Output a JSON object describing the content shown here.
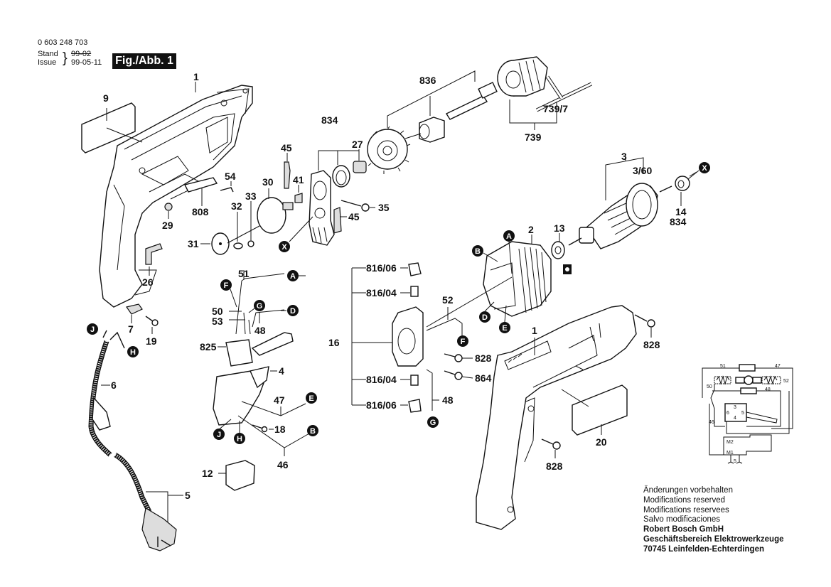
{
  "header": {
    "part_number": "0 603 248 703",
    "stand_label": "Stand",
    "issue_label": "Issue",
    "stand_value_struck": "99-02",
    "issue_value": "99-05-11",
    "figure_label": "Fig./Abb. 1"
  },
  "part_labels": {
    "housing_left": "1",
    "label_9": "9",
    "pin_54": "54",
    "plate_808": "808",
    "ring_29": "29",
    "spring_26": "26",
    "clamp_7": "7",
    "screw_19": "19",
    "cord_6": "6",
    "plug_5": "5",
    "switch_plate_30": "30",
    "ring_32": "32",
    "ball_33": "33",
    "washer_31": "31",
    "spring_45a": "45",
    "clip_41": "41",
    "bearing_set_834": "834",
    "needle_bearing_27": "27",
    "screw_35": "35",
    "spring_45b": "45",
    "spindle_set_836": "836",
    "chuck_739": "739",
    "chuck_key_739_7": "739/7",
    "armature_3": "3",
    "armature_3_60": "3/60",
    "bearing_14": "14",
    "bearing_834": "834",
    "ball_bearing_13": "13",
    "field_2": "2",
    "lead_51": "51",
    "lead_50": "50",
    "lead_53": "53",
    "lead_48a": "48",
    "switch_825": "825",
    "trigger_4": "4",
    "lead_47": "47",
    "screw_18": "18",
    "lead_46": "46",
    "cover_12": "12",
    "brush_holder_16": "16",
    "brush_cap_top": "816/06",
    "brush_top": "816/04",
    "brush_bottom": "816/04",
    "brush_cap_bottom": "816/06",
    "lead_52": "52",
    "screw_828a": "828",
    "screw_864": "864",
    "lead_48b": "48",
    "housing_right": "1",
    "screw_828b": "828",
    "screw_828c": "828",
    "label_20": "20"
  },
  "connection_marks": {
    "A": "A",
    "B": "B",
    "D": "D",
    "E": "E",
    "F": "F",
    "G": "G",
    "H": "H",
    "J": "J",
    "X": "X"
  },
  "schematic": {
    "labels": [
      "51",
      "47",
      "50",
      "52",
      "48",
      "3",
      "6",
      "5",
      "4",
      "46",
      "M2",
      "M1",
      "5"
    ]
  },
  "footer_notes": {
    "line1": "Änderungen vorbehalten",
    "line2": "Modifications reserved",
    "line3": "Modifications reservees",
    "line4": "Salvo modificaciones",
    "company": "Robert Bosch GmbH",
    "division": "Geschäftsbereich Elektrowerkzeuge",
    "address": "70745 Leinfelden-Echterdingen"
  }
}
